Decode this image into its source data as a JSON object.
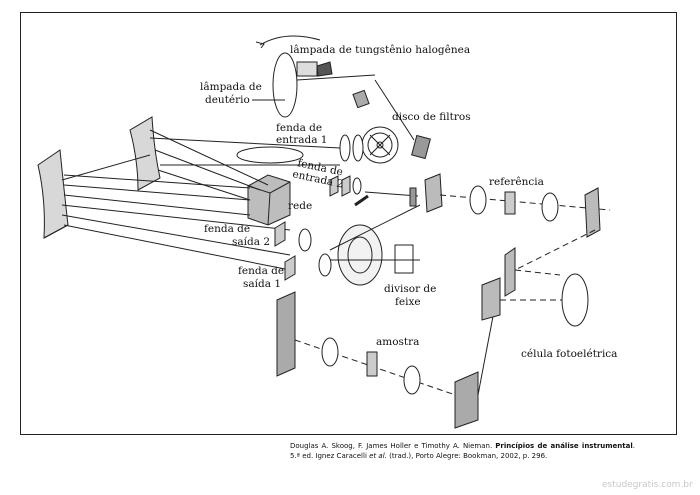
{
  "labels": {
    "tungsten_lamp": "lâmpada de tungstênio halogênea",
    "deuterium_lamp_1": "lâmpada de",
    "deuterium_lamp_2": "deutério",
    "filter_disk": "disco de filtros",
    "entrance_slit_1_a": "fenda de",
    "entrance_slit_1_b": "entrada 1",
    "entrance_slit_2_a": "fenda de",
    "entrance_slit_2_b": "entrada 2",
    "reference": "referência",
    "grating": "rede",
    "exit_slit_2_a": "fenda de",
    "exit_slit_2_b": "saída 2",
    "exit_slit_1_a": "fenda de",
    "exit_slit_1_b": "saída 1",
    "beam_splitter_a": "divisor de",
    "beam_splitter_b": "feixe",
    "sample": "amostra",
    "photocell": "célula fotoelétrica"
  },
  "caption": {
    "authors": "Douglas A. Skoog, F. James Holler e Timothy A. Nieman.",
    "title": "Princípios de análise instrumental",
    "edition": ". 5.ª ed. Ignez Caracelli",
    "et_al": "et al.",
    "rest": "(trad.), Porto Alegre: Bookman, 2002, p. 296."
  },
  "watermark": "estudegratis.com.br"
}
